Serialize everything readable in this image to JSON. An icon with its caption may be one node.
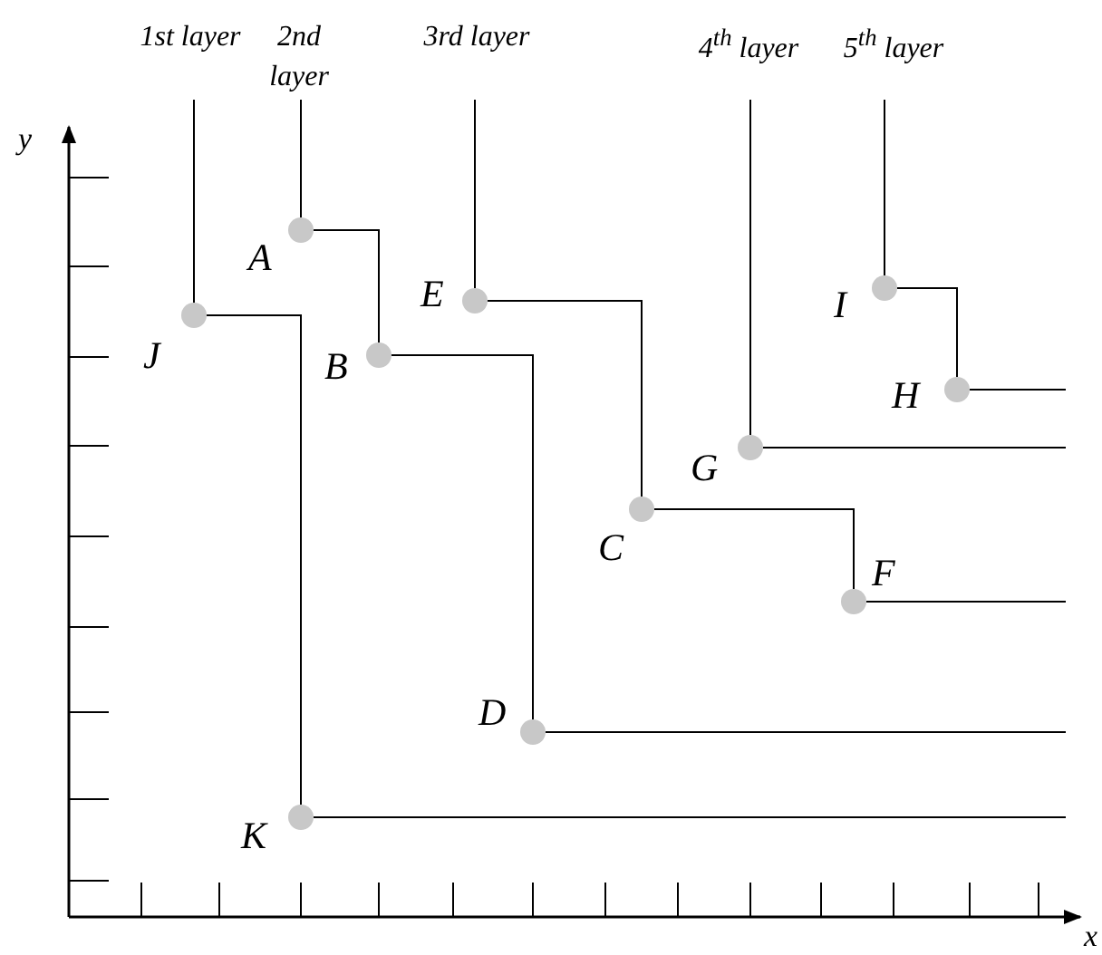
{
  "diagram": {
    "nodes": [
      {
        "text": [
          "1st layer"
        ]
      },
      {
        "text": [
          "2nd layer"
        ]
      },
      {
        "text": [
          "3rd layer"
        ]
      },
      {
        "text": [
          "4$^{th}$ layer"
        ]
      },
      {
        "text": [
          "5$^{th}$ layer"
        ]
      },
      {
        "text": [],
        "shape": "circle",
        "beside": [
          "A"
        ]
      },
      {
        "text": [],
        "shape": "circle",
        "beside": [
          "I"
        ]
      },
      {
        "text": [],
        "shape": "circle",
        "beside": [
          "E"
        ]
      },
      {
        "text": [],
        "shape": "circle",
        "beside": [
          "J"
        ]
      },
      {
        "text": [],
        "shape": "circle",
        "beside": [
          "B"
        ]
      },
      {
        "text": [],
        "shape": "circle",
        "beside": [
          "H"
        ]
      },
      {
        "text": [],
        "shape": "circle",
        "beside": [
          "G"
        ]
      },
      {
        "text": [],
        "shape": "circle",
        "beside": [
          "C"
        ]
      },
      {
        "text": [],
        "shape": "circle",
        "beside": [
          "F"
        ]
      },
      {
        "text": [],
        "shape": "circle",
        "beside": [
          "D"
        ]
      },
      {
        "text": [],
        "shape": "circle",
        "beside": [
          "K"
        ]
      }
    ],
    "edges": [
      {
        "from": 0,
        "to": 8,
        "arrow": "none"
      },
      {
        "from": 1,
        "to": 5,
        "arrow": "none"
      },
      {
        "from": 2,
        "to": 7,
        "arrow": "none"
      },
      {
        "from": 3,
        "to": 11,
        "arrow": "none"
      },
      {
        "from": 4,
        "to": 6,
        "arrow": "none"
      },
      {
        "from": 8,
        "to": 15,
        "arrow": "none"
      },
      {
        "from": 5,
        "to": 9,
        "arrow": "none"
      },
      {
        "from": 9,
        "to": 14,
        "arrow": "none"
      },
      {
        "from": 7,
        "to": 12,
        "arrow": "none"
      },
      {
        "from": 12,
        "to": 13,
        "arrow": "none"
      },
      {
        "from": 6,
        "to": 10,
        "arrow": "none"
      },
      {
        "from": 15,
        "to": null,
        "arrow": "none"
      },
      {
        "from": 14,
        "to": null,
        "arrow": "none"
      },
      {
        "from": 13,
        "to": null,
        "arrow": "none"
      },
      {
        "from": 11,
        "to": null,
        "arrow": "none"
      },
      {
        "from": 10,
        "to": null,
        "arrow": "none"
      }
    ],
    "labels": [
      "y",
      "x"
    ]
  }
}
